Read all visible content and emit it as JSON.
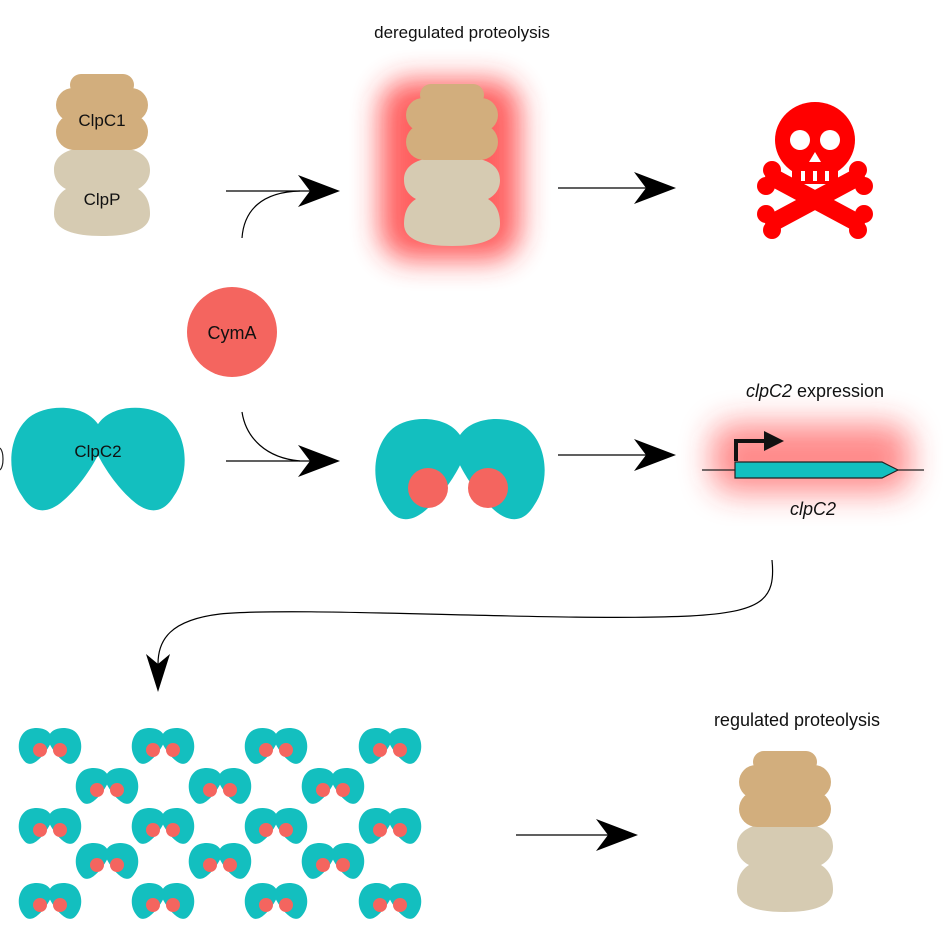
{
  "labels": {
    "deregulated": "deregulated proteolysis",
    "clpc1": "ClpC1",
    "clpp": "ClpP",
    "cyma": "CymA",
    "clpc2": "ClpC2",
    "expression_gene": "clpC2",
    "expression_word": " expression",
    "gene": "clpC2",
    "regulated": "regulated proteolysis"
  },
  "colors": {
    "clpc1": "#d2ae7d",
    "clpp": "#d6cbb2",
    "clpc2": "#13bfbf",
    "cyma": "#f4655f",
    "skull": "#ff0000",
    "glow": "#ff2a2a",
    "arrow": "#000000"
  },
  "icons": {
    "toxicity": "skull-crossbones-icon",
    "promoter": "promoter-arrow-icon"
  }
}
